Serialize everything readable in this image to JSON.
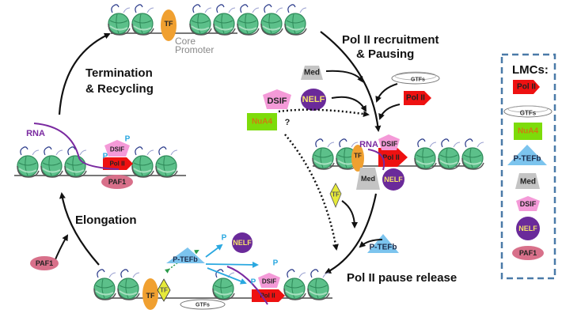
{
  "stages": {
    "recruitment": [
      "Pol II recruitment",
      "& Pausing"
    ],
    "termination": [
      "Termination",
      "& Recycling"
    ],
    "elongation": "Elongation",
    "pause_release": "Pol II pause release"
  },
  "labels": {
    "tf": "TF",
    "core_promoter": [
      "Core",
      "Promoter"
    ],
    "rna": "RNA",
    "pol2": "Pol II",
    "dsif": "DSIF",
    "nelf": "NELF",
    "med": "Med",
    "gtfs": "GTFs",
    "nua4": "NuA4",
    "ptefb": "P-TEFb",
    "paf1": "PAF1",
    "phospho": "P",
    "question": "?"
  },
  "legend": {
    "title": "LMCs:",
    "items": [
      "Pol II",
      "GTFs",
      "NuA4",
      "P-TEFb",
      "Med",
      "DSIF",
      "NELF",
      "PAF1"
    ]
  },
  "colors": {
    "pol2": "#ee1111",
    "dsif": "#f49ad8",
    "nelf": "#6a2a9a",
    "nelf_text": "#f5e36a",
    "med": "#c4c4c4",
    "nua4": "#7ddc0a",
    "nua4_text": "#d07a10",
    "ptefb": "#7cc4ee",
    "paf1": "#d8708a",
    "tf": "#f0a030",
    "tf_yellow": "#e6ea3a",
    "rna": "#7a2aa0",
    "phospho": "#2aa8e0",
    "legend_border": "#4a7aa8"
  }
}
